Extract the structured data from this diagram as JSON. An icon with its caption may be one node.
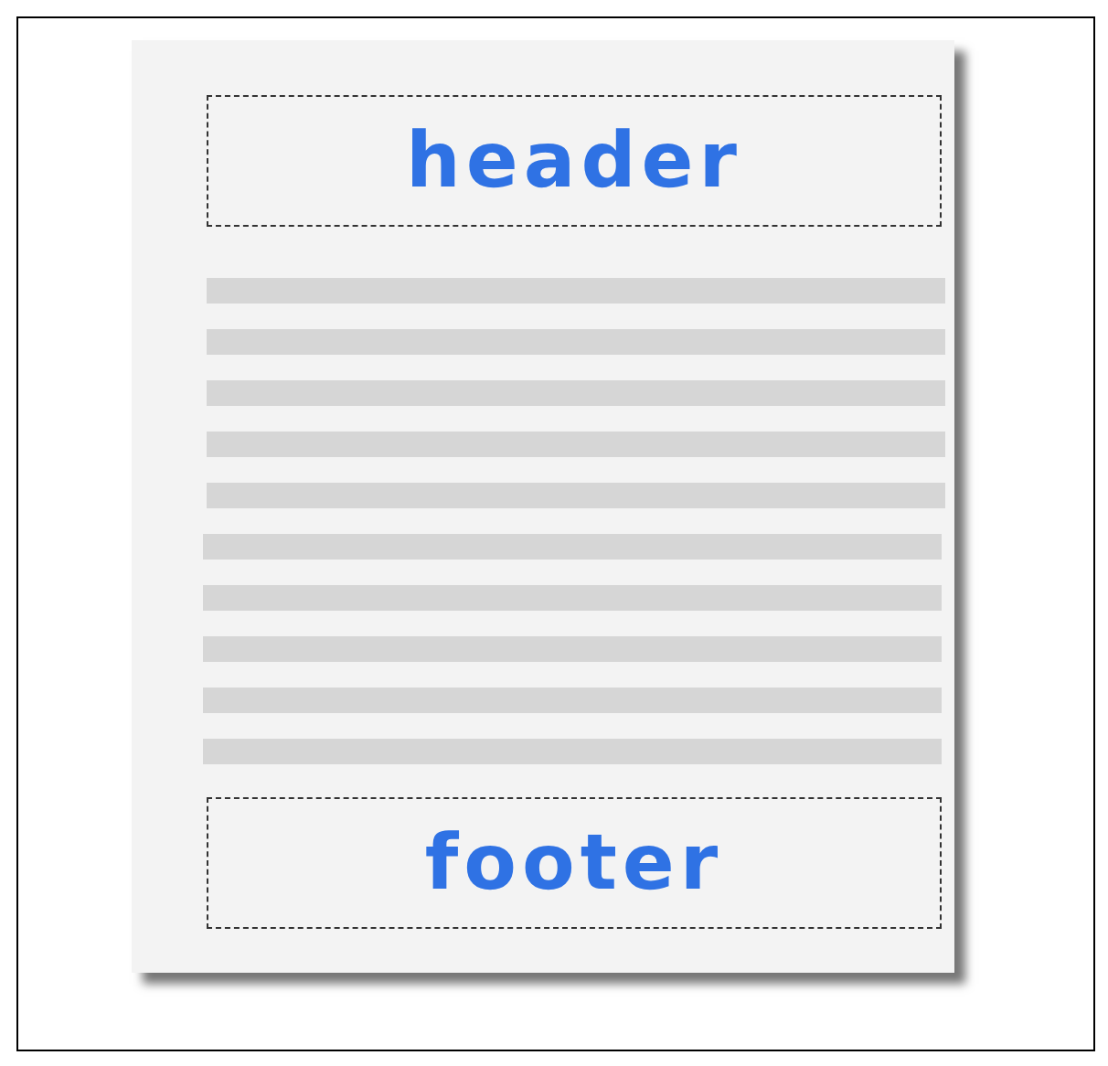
{
  "diagram": {
    "nodes": [
      {
        "text": [],
        "shape": "box"
      },
      {
        "text": [
          "header"
        ],
        "in": 0
      },
      {
        "text": [
          "footer"
        ],
        "in": 0
      }
    ]
  }
}
